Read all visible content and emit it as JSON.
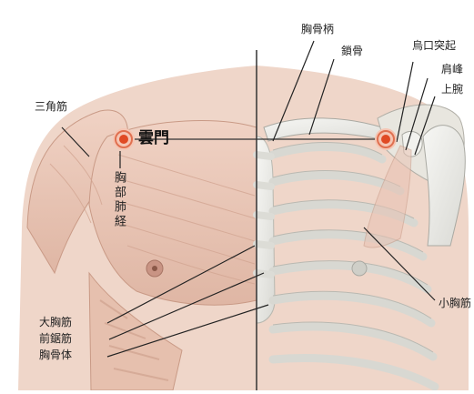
{
  "point_name": "雲門",
  "meridian": "胸部肺経",
  "labels": {
    "deltoid": "三角筋",
    "manubrium": "胸骨柄",
    "clavicle": "鎖骨",
    "coracoid": "烏口突起",
    "acromion": "肩峰",
    "upper": "上腕",
    "pec_major": "大胸筋",
    "serratus": "前鋸筋",
    "sternum_body": "胸骨体",
    "pec_minor": "小胸筋"
  },
  "colors": {
    "skin_muscle": "#e8c4b2",
    "bone": "#eeeeea",
    "leader": "#222222",
    "point_outer": "#f1b49e",
    "point_inner": "#e04a24"
  }
}
